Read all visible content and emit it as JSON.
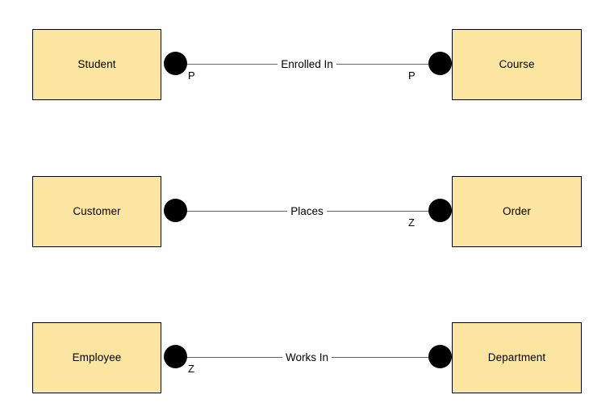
{
  "diagram": {
    "type": "entity-relationship-diagram",
    "background_color": "#ffffff",
    "entity_fill_color": "#fce5a0",
    "entity_border_color": "#000000",
    "connector_color": "#666666",
    "dot_color": "#000000",
    "rows": [
      {
        "left_entity": "Student",
        "relationship": "Enrolled In",
        "right_entity": "Course",
        "left_cardinality": "P",
        "right_cardinality": "P"
      },
      {
        "left_entity": "Customer",
        "relationship": "Places",
        "right_entity": "Order",
        "left_cardinality": "",
        "right_cardinality": "Z"
      },
      {
        "left_entity": "Employee",
        "relationship": "Works In",
        "right_entity": "Department",
        "left_cardinality": "Z",
        "right_cardinality": ""
      }
    ]
  }
}
